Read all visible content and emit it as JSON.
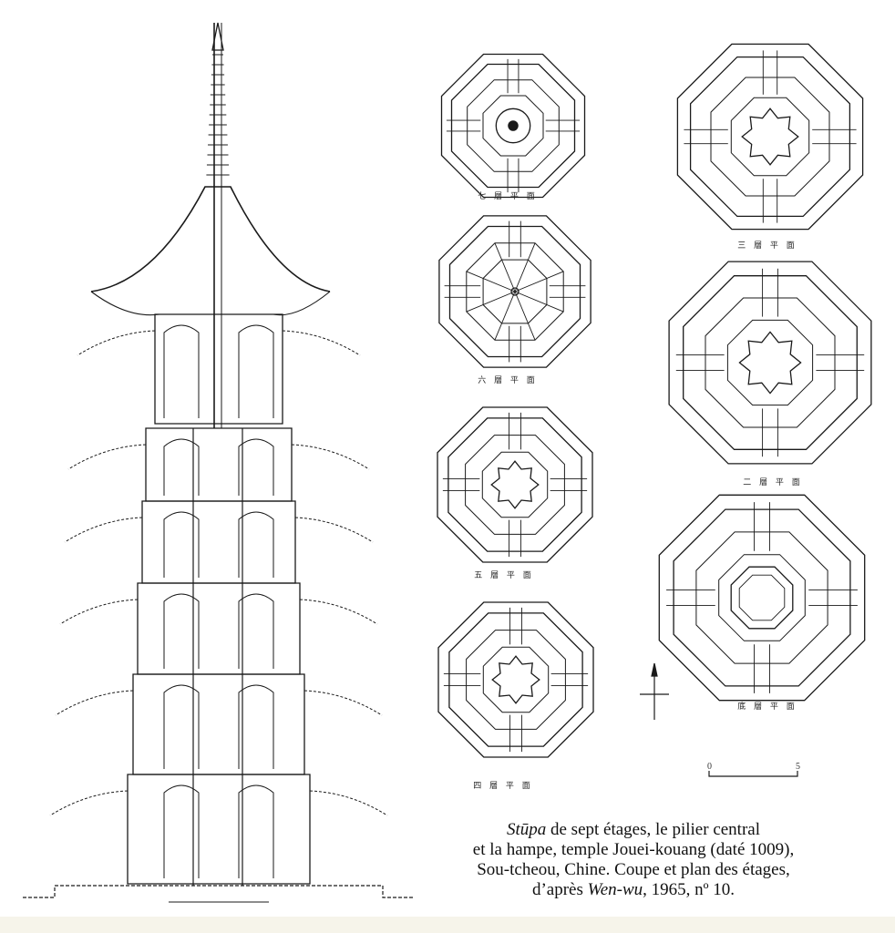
{
  "plans": [
    {
      "id": "seventh",
      "label": "七 層 平 面"
    },
    {
      "id": "sixth",
      "label": "六 層 平 面"
    },
    {
      "id": "fifth",
      "label": "五 層 平 面"
    },
    {
      "id": "fourth",
      "label": "四 層 平 面"
    },
    {
      "id": "third",
      "label": "三 層 平 面"
    },
    {
      "id": "second",
      "label": "二 層 平 面"
    },
    {
      "id": "first",
      "label": "底 層 平 面"
    }
  ],
  "caption": {
    "title_italic": "Stūpa",
    "line1_rest": " de sept étages, le pilier central",
    "line2": "et la hampe, temple Jouei-kouang (daté 1009),",
    "line3": "Sou-tcheou, Chine. Coupe et plan des étages,",
    "line4_start": "d’après ",
    "line4_italic": "Wen-wu",
    "line4_end": ", 1965, nº 10."
  },
  "scale": {
    "left_mark": "0",
    "right_mark": "5"
  }
}
